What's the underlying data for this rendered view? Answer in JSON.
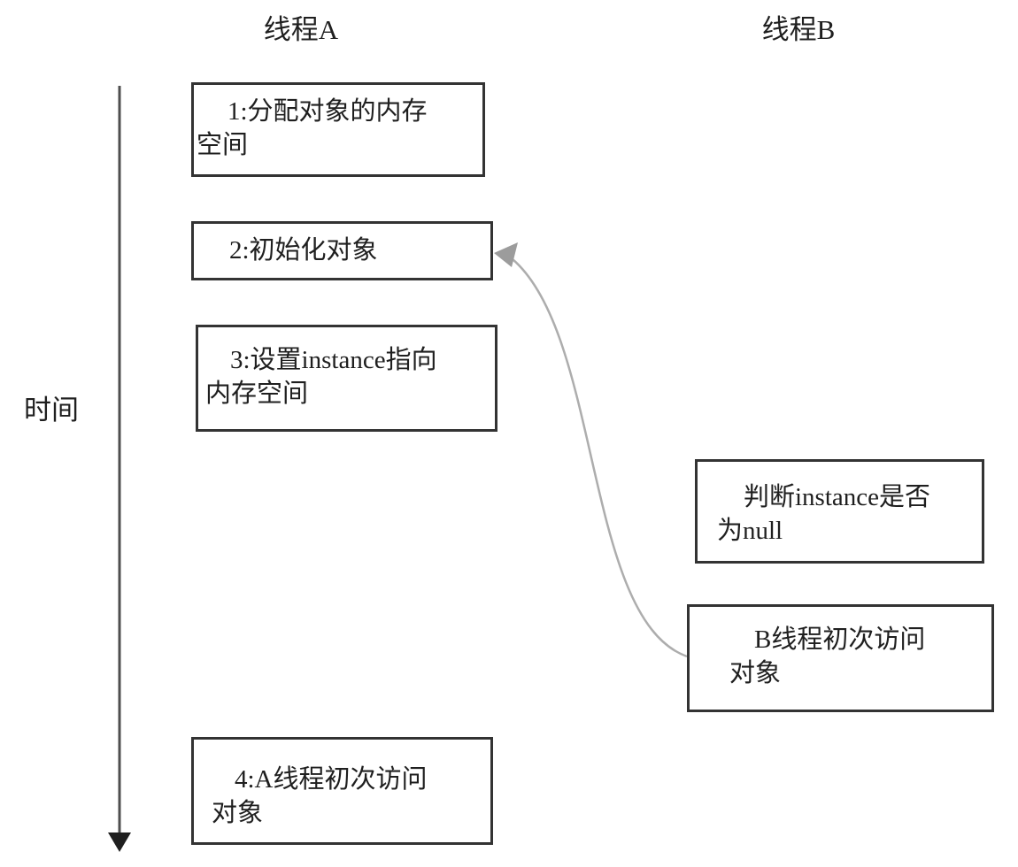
{
  "labels": {
    "thread_a": "线程A",
    "thread_b": "线程B",
    "time_axis": "时间"
  },
  "boxes": {
    "step1": {
      "line1": "1:分配对象的内存",
      "line2": "空间"
    },
    "step2": {
      "line1": "2:初始化对象"
    },
    "step3": {
      "line1": "3:设置instance指向",
      "line2": "内存空间"
    },
    "check": {
      "line1": "判断instance是否",
      "line2": "为null"
    },
    "b_access": {
      "line1": "B线程初次访问",
      "line2": "对象"
    },
    "step4": {
      "line1": "4:A线程初次访问",
      "line2": "对象"
    }
  },
  "colors": {
    "background": "#ffffff",
    "box_border": "#333333",
    "text": "#1f1f1f",
    "curve": "#adadad",
    "curve_arrowhead": "#9c9c9c",
    "time_axis_line": "#4f4f4f",
    "time_axis_arrowhead": "#1f1f1f"
  }
}
